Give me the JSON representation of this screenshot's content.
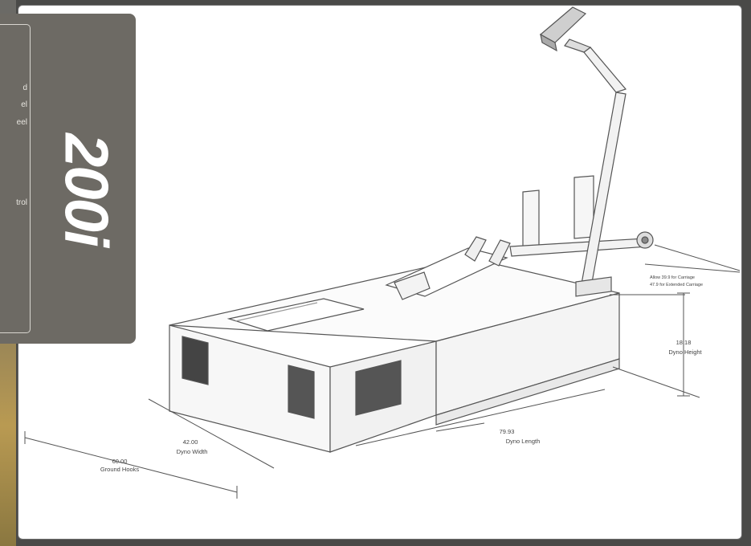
{
  "model": {
    "title": "200i"
  },
  "features": [
    "d",
    "el",
    "eel",
    "trol"
  ],
  "dimensions": {
    "ground_hooks": {
      "value": "60.00",
      "label": "Ground Hooks"
    },
    "dyno_width": {
      "value": "42.00",
      "label": "Dyno Width"
    },
    "dyno_length": {
      "value": "79.93",
      "label": "Dyno Length"
    },
    "dyno_height": {
      "value": "18.18",
      "label": "Dyno Height"
    },
    "carriage_line1": "Allow 39.9 for Carriage",
    "carriage_line2": "47.9 for Extended Carriage"
  },
  "colors": {
    "card": "#6d6a64",
    "background": "#4a4a48",
    "line": "#555555"
  }
}
